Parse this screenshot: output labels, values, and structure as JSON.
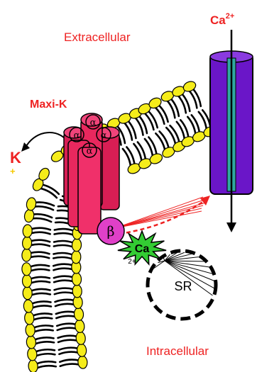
{
  "labels": {
    "extracellular": "Extracellular",
    "intracellular": "Intracellular",
    "channel": "Maxi-K",
    "potassium_ion": "K",
    "potassium_charge": "+",
    "calcium_ion_top": "Ca",
    "calcium_ion_top_charge": "2+",
    "alpha_subunit": "α",
    "beta_subunit": "β",
    "calcium_burst": "Ca",
    "calcium_burst_charge": "2+",
    "sr": "SR"
  },
  "colors": {
    "label_red": "#ee2222",
    "lipid_head": "#f5ec1a",
    "maxik_channel": "#e8285e",
    "beta_subunit": "#e040c8",
    "calcium_channel": "#6a16c8",
    "calcium_pore": "#2fa8a0",
    "calcium_burst": "#33cc33"
  }
}
